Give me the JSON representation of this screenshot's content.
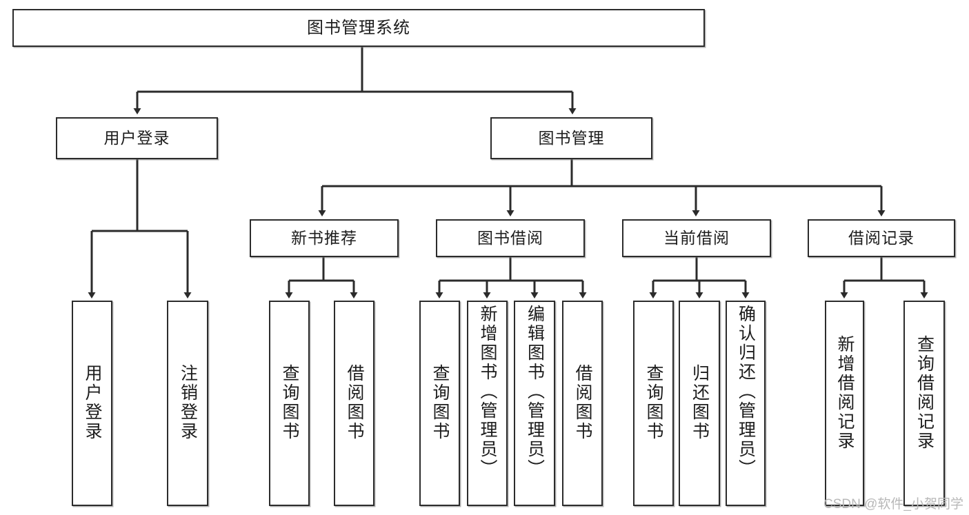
{
  "diagram": {
    "title": "图书管理系统",
    "type": "tree-hierarchy",
    "watermark": "CSDN @软件_小贺同学",
    "colors": {
      "border": "#2b2b2b",
      "fill": "#ffffff",
      "text": "#1c1c1c",
      "watermark": "#b8b8b8"
    },
    "levels": {
      "level1": [
        {
          "label": "图书管理系统"
        }
      ],
      "level2": [
        {
          "label": "用户登录"
        },
        {
          "label": "图书管理"
        }
      ],
      "level3": [
        {
          "label": "新书推荐"
        },
        {
          "label": "图书借阅"
        },
        {
          "label": "当前借阅"
        },
        {
          "label": "借阅记录"
        }
      ],
      "leaves": [
        {
          "label": "用户登录",
          "parent": "用户登录"
        },
        {
          "label": "注销登录",
          "parent": "用户登录"
        },
        {
          "label": "查询图书",
          "parent": "新书推荐"
        },
        {
          "label": "借阅图书",
          "parent": "新书推荐"
        },
        {
          "label": "查询图书",
          "parent": "图书借阅"
        },
        {
          "label": "新增图书（管理员）",
          "parent": "图书借阅"
        },
        {
          "label": "编辑图书（管理员）",
          "parent": "图书借阅"
        },
        {
          "label": "借阅图书",
          "parent": "图书借阅"
        },
        {
          "label": "查询图书",
          "parent": "当前借阅"
        },
        {
          "label": "归还图书",
          "parent": "当前借阅"
        },
        {
          "label": "确认归还（管理员）",
          "parent": "当前借阅"
        },
        {
          "label": "新增借阅记录",
          "parent": "借阅记录"
        },
        {
          "label": "查询借阅记录",
          "parent": "借阅记录"
        }
      ]
    }
  }
}
